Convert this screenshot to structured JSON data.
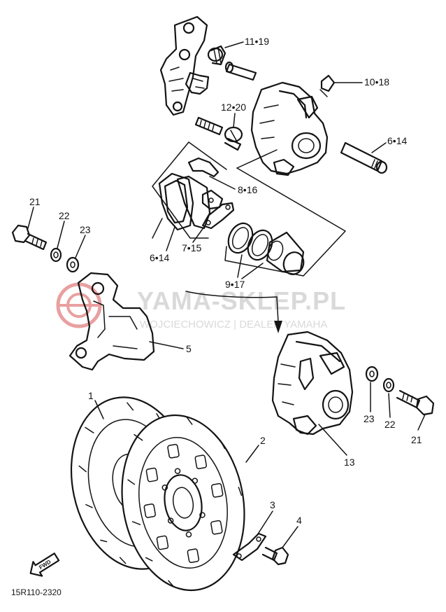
{
  "diagram_code": "15R110-2320",
  "forward_marker": "FWD",
  "watermark": {
    "line1": "YAMA-SKLEP.PL",
    "line2": "WOJCIECHOWICZ | DEALER YAMAHA",
    "logo_color": "#e07a7a",
    "text_color": "#d9d9d9"
  },
  "callouts": {
    "p11_19": "11•19",
    "p10_18": "10•18",
    "p12_20": "12•20",
    "p6_14_pin": "6•14",
    "p8_16": "8•16",
    "p21_left": "21",
    "p22_left": "22",
    "p23_left": "23",
    "p6_14_pad": "6•14",
    "p7_15": "7•15",
    "p9_17": "9•17",
    "p5": "5",
    "p1": "1",
    "p2": "2",
    "p23_right": "23",
    "p22_right": "22",
    "p21_right": "21",
    "p13": "13",
    "p3": "3",
    "p4": "4"
  }
}
